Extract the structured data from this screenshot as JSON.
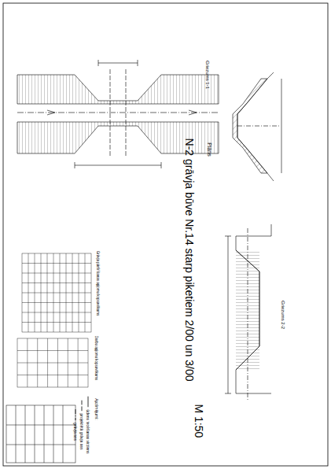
{
  "diagram": {
    "title": "N-2 grāvja būve Nr.14 starp piketiem 2/00 un 3/00",
    "labels": [
      "M 1:50",
      "Plāns",
      "Griezums 1-1",
      "Griezums 2-2",
      "Grāvja pārtīrīšanas apjomu kopsavilkums",
      "Darbu apjomu kopsavilkums",
      "Apzīmējumi:"
    ],
    "legend": [
      {
        "text": "ūdens tecēšanas virziens"
      },
      {
        "text": "projektētā grāvja ass"
      },
      {
        "text": "grāvja ass"
      }
    ]
  }
}
